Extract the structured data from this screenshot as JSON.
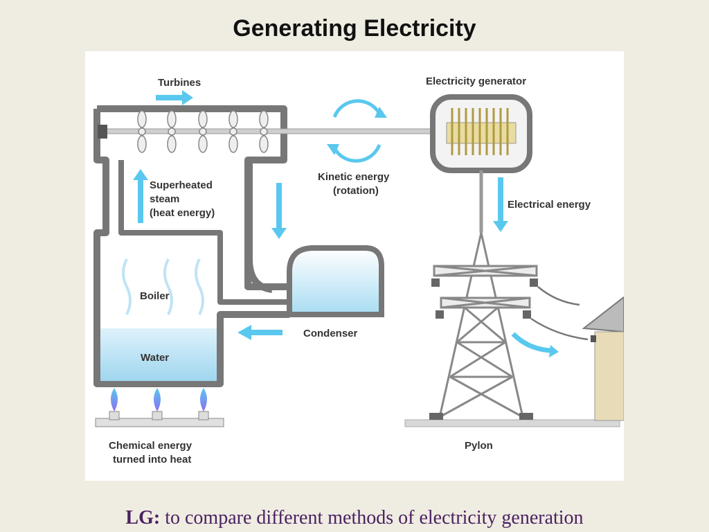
{
  "slide": {
    "title": "Generating Electricity",
    "footer_prefix": "LG:",
    "footer_text": " to compare different methods of electricity generation"
  },
  "diagram": {
    "labels": {
      "turbines": "Turbines",
      "generator": "Electricity generator",
      "kinetic_1": "Kinetic energy",
      "kinetic_2": "(rotation)",
      "steam_1": "Superheated",
      "steam_2": "steam",
      "steam_3": "(heat energy)",
      "electrical": "Electrical energy",
      "boiler": "Boiler",
      "water": "Water",
      "condenser": "Condenser",
      "chem_1": "Chemical energy",
      "chem_2": "turned into heat",
      "pylon": "Pylon"
    }
  },
  "colors": {
    "arrow": "#5ac8ee",
    "outline": "#777777",
    "water": "#bfe4f5",
    "flame": "#8a6ff0"
  }
}
